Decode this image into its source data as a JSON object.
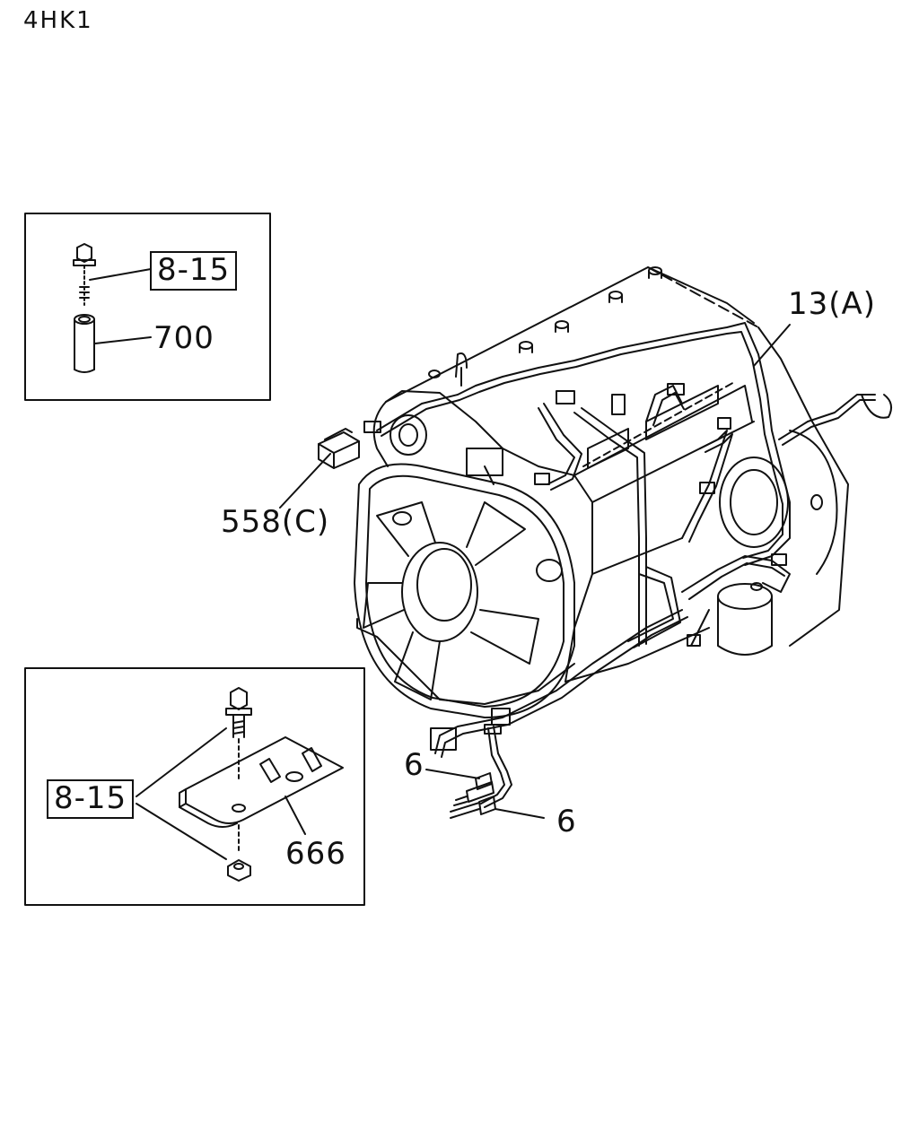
{
  "title": "4HK1",
  "labels": {
    "ref_top": "8-15",
    "part_700": "700",
    "part_13a": "13(A)",
    "part_558c": "558(C)",
    "ref_bottom": "8-15",
    "part_666": "666",
    "part_6_upper": "6",
    "part_6_lower": "6"
  },
  "colors": {
    "ink": "#111111",
    "paper": "#ffffff"
  }
}
